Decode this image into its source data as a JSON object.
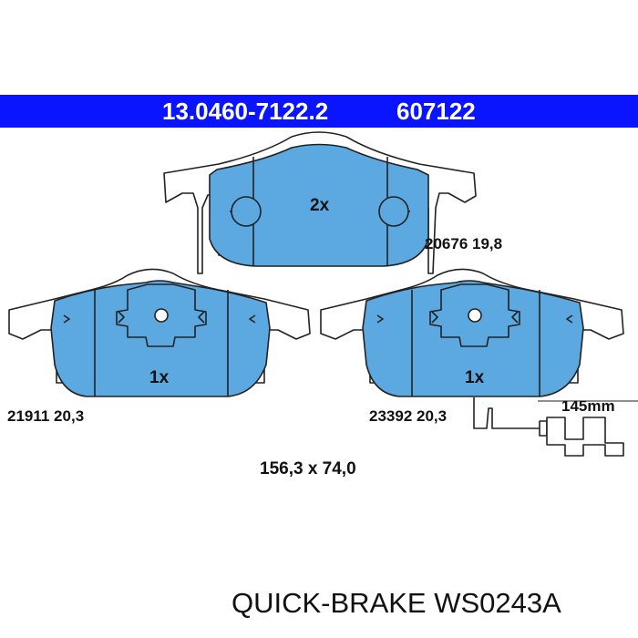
{
  "header": {
    "part_number": "13.0460-7122.2",
    "reference": "607122",
    "bar_color": "#0a14ff"
  },
  "pads": [
    {
      "id": "top",
      "quantity": "2x",
      "spec": "20676 19,8"
    },
    {
      "id": "left",
      "quantity": "1x",
      "spec": "21911 20,3"
    },
    {
      "id": "right",
      "quantity": "1x",
      "spec": "23392 20,3",
      "wear_sensor_length": "145mm"
    }
  ],
  "dimensions": "156,3 x 74,0",
  "colors": {
    "pad_fill": "#5ba9e0",
    "outline": "#222222",
    "backing": "#ffffff"
  },
  "footer": {
    "text": "QUICK-BRAKE WS0243A"
  }
}
